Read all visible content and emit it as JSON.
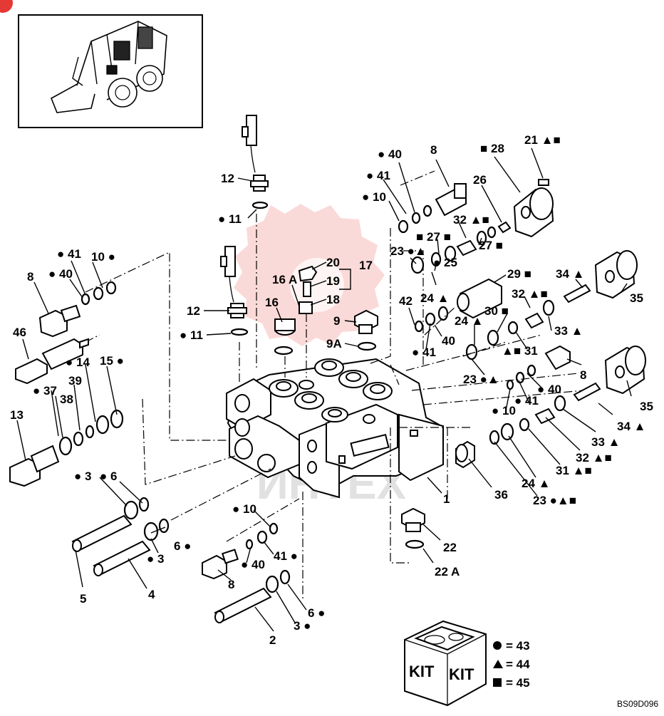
{
  "badge": {
    "color": "#e53935"
  },
  "watermark_text": "ИНТЕХ",
  "code": "BS09D096",
  "kit": {
    "box_text_left": "KIT",
    "box_text_right": "KIT",
    "legend": [
      {
        "symbol": "●",
        "text": "= 43"
      },
      {
        "symbol": "▲",
        "text": "= 44"
      },
      {
        "symbol": "■",
        "text": "= 45"
      }
    ]
  },
  "callouts": {
    "c12a": "12",
    "c11a": "● 11",
    "c12b": "12",
    "c11b": "● 11",
    "c20": "20",
    "c19": "19",
    "c17": "17",
    "c18": "18",
    "c16a": "16 A",
    "c16": "16",
    "c9": "9",
    "c9a": "9A",
    "c41l": "● 41",
    "c10l": "10 ●",
    "c8l": "8",
    "c40l": "● 40",
    "c46": "46",
    "c14": "● 14",
    "c15": "15 ●",
    "c37": "● 37",
    "c38": "38",
    "c39": "39",
    "c13": "13",
    "c3a": "● 3",
    "c6a": "● 6",
    "c6b": "6 ●",
    "c3b": "● 3",
    "c5": "5",
    "c4": "4",
    "c10b": "● 10",
    "c41b": "41 ●",
    "c40b": "● 40",
    "c8b": "8",
    "c6c": "6 ●",
    "c3c": "3 ●",
    "c2": "2",
    "c40t": "● 40",
    "c41t": "● 41",
    "c10t": "● 10",
    "c8t": "8",
    "c28": "■ 28",
    "c21": "21 ▲■",
    "c26": "26",
    "c32a": "32 ▲■",
    "c27a": "■ 27 ■",
    "c27b": "27 ■",
    "c23a": "23 ●▲",
    "c25": "● 25",
    "c24a": "24 ▲",
    "c29": "29 ■",
    "c34a": "34 ▲",
    "c35a": "35",
    "c32b": "32 ▲■",
    "c33a": "33 ▲",
    "c42": "42",
    "c40m": "40",
    "c41m": "● 41",
    "c24b": "24 ▲",
    "c30": "30 ■",
    "c31a": "▲■ 31",
    "c23b": "23 ●▲",
    "c8m": "8",
    "c40r": "● 40",
    "c41r": "● 41",
    "c10r": "● 10",
    "c35b": "35",
    "c34b": "34 ▲",
    "c33b": "33 ▲",
    "c32c": "32 ▲■",
    "c31b": "31 ▲■",
    "c24c": "24 ▲",
    "c23c": "23 ●▲■",
    "c36": "36",
    "c1": "1",
    "c22": "22",
    "c22a": "22 A"
  }
}
